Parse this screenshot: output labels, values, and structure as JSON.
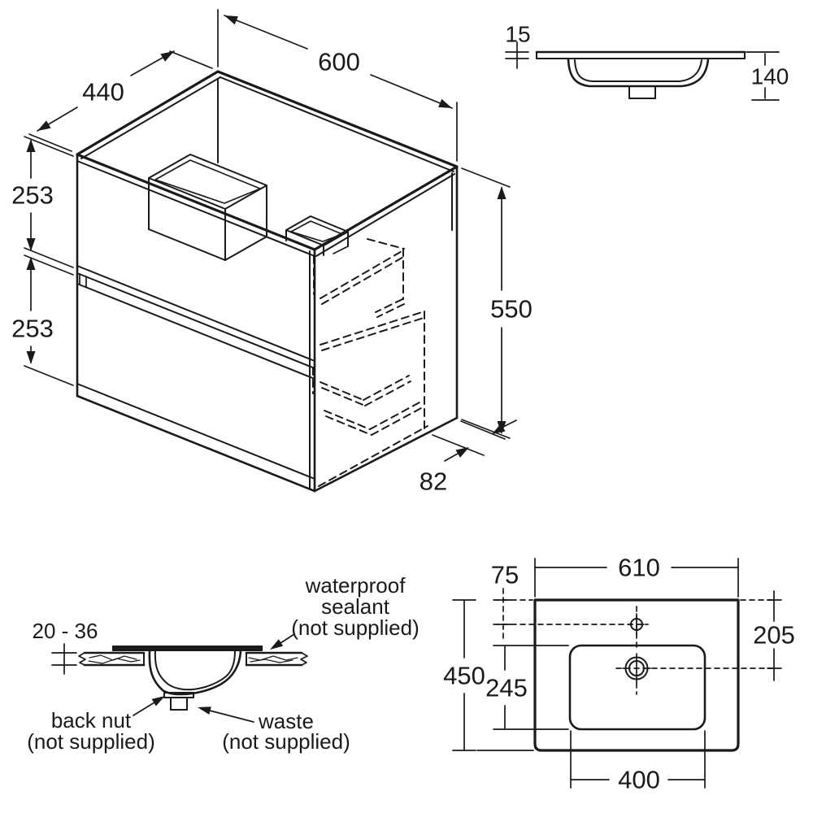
{
  "colors": {
    "ink": "#1a1a1a",
    "background": "#ffffff"
  },
  "iso": {
    "width": "600",
    "depth": "440",
    "height": "550",
    "upper_drawer": "253",
    "lower_drawer": "253",
    "bottom_recess": "82"
  },
  "profile": {
    "rim_thickness": "15",
    "basin_depth": "140"
  },
  "install": {
    "counter_thickness": "20 - 36",
    "sealant_line1": "waterproof",
    "sealant_line2": "sealant",
    "sealant_line3": "(not supplied)",
    "back_nut_line1": "back nut",
    "back_nut_line2": "(not supplied)",
    "waste_line1": "waste",
    "waste_line2": "(not supplied)"
  },
  "plan": {
    "overall_width": "610",
    "tap_from_top": "75",
    "waste_from_top": "205",
    "overall_depth": "450",
    "bowl_depth": "245",
    "bowl_width": "400"
  }
}
